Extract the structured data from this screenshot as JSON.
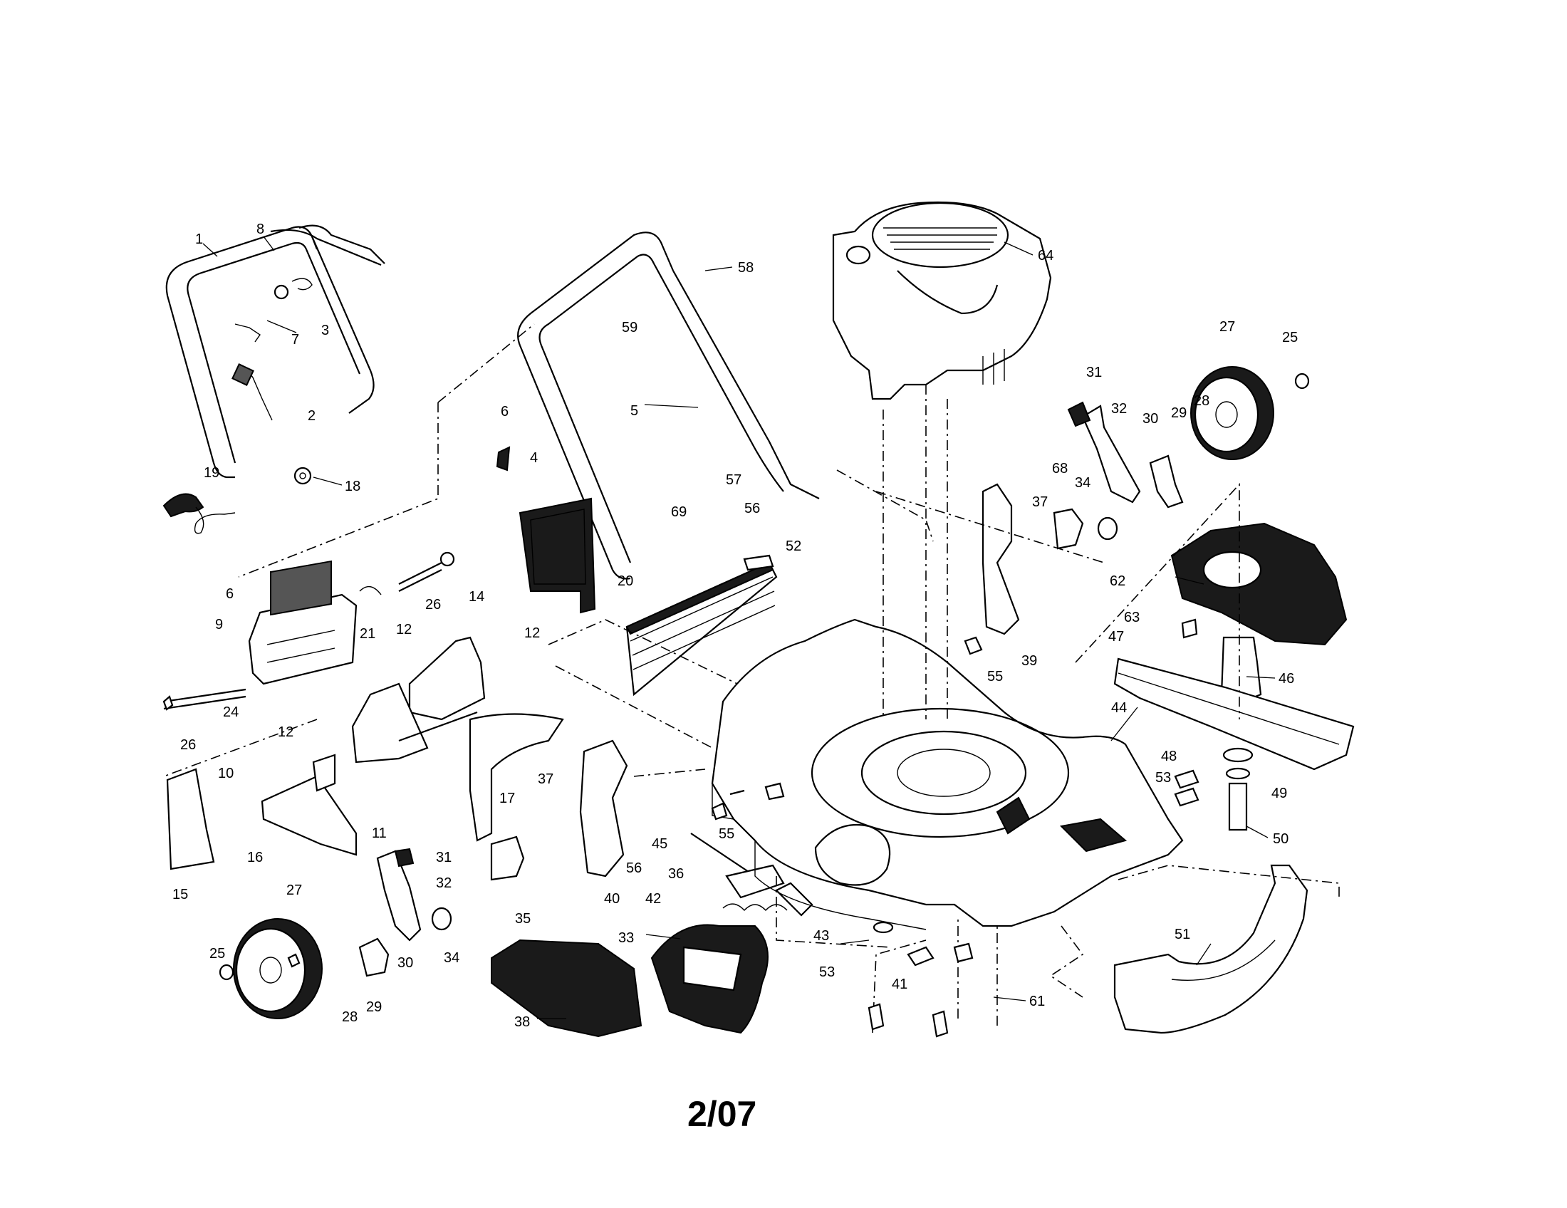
{
  "diagram": {
    "footer_date": "2/07",
    "part_labels": [
      "1",
      "8",
      "7",
      "3",
      "2",
      "19",
      "18",
      "6",
      "6",
      "9",
      "21",
      "26",
      "24",
      "26",
      "14",
      "12",
      "12",
      "12",
      "10",
      "15",
      "16",
      "11",
      "17",
      "58",
      "59",
      "5",
      "4",
      "20",
      "57",
      "69",
      "56",
      "52",
      "37",
      "40",
      "56",
      "45",
      "55",
      "36",
      "42",
      "35",
      "31",
      "32",
      "34",
      "30",
      "27",
      "25",
      "28",
      "29",
      "33",
      "38",
      "64",
      "31",
      "32",
      "30",
      "29",
      "28",
      "27",
      "25",
      "68",
      "37",
      "34",
      "39",
      "55",
      "44",
      "62",
      "63",
      "47",
      "46",
      "48",
      "49",
      "53",
      "50",
      "53",
      "43",
      "41",
      "61",
      "51"
    ]
  }
}
